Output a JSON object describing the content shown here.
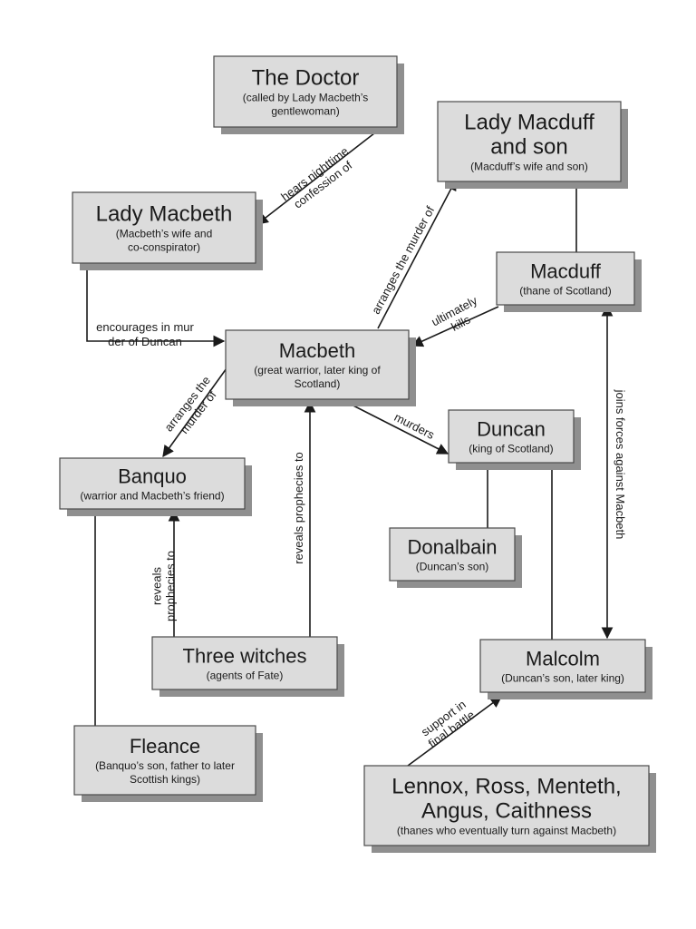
{
  "nodes": {
    "doctor": {
      "title": [
        "The Doctor"
      ],
      "sub": [
        "(called by Lady Macbeth’s",
        "gentlewoman)"
      ]
    },
    "lady_macduff": {
      "title": [
        "Lady Macduff",
        "and son"
      ],
      "sub": [
        "(Macduff’s wife and son)"
      ]
    },
    "lady_macbeth": {
      "title": [
        "Lady Macbeth"
      ],
      "sub": [
        "(Macbeth’s wife and",
        "co-conspirator)"
      ]
    },
    "macduff": {
      "title": [
        "Macduff"
      ],
      "sub": [
        "(thane of Scotland)"
      ]
    },
    "macbeth": {
      "title": [
        "Macbeth"
      ],
      "sub": [
        "(great warrior, later king of",
        "Scotland)"
      ]
    },
    "duncan": {
      "title": [
        "Duncan"
      ],
      "sub": [
        "(king of Scotland)"
      ]
    },
    "banquo": {
      "title": [
        "Banquo"
      ],
      "sub": [
        "(warrior and Macbeth’s friend)"
      ]
    },
    "donalbain": {
      "title": [
        "Donalbain"
      ],
      "sub": [
        "(Duncan’s son)"
      ]
    },
    "three_witches": {
      "title": [
        "Three witches"
      ],
      "sub": [
        "(agents of Fate)"
      ]
    },
    "malcolm": {
      "title": [
        "Malcolm"
      ],
      "sub": [
        "(Duncan’s son, later king)"
      ]
    },
    "fleance": {
      "title": [
        "Fleance"
      ],
      "sub": [
        "(Banquo’s son, father to later",
        "Scottish kings)"
      ]
    },
    "thanes": {
      "title": [
        "Lennox, Ross, Menteth,",
        "Angus, Caithness"
      ],
      "sub": [
        "(thanes who eventually turn against Macbeth)"
      ]
    }
  },
  "edge_labels": {
    "doctor_hears": [
      "hears nighttime",
      "confession of"
    ],
    "lady_encourages": [
      "encourages in mur",
      "der of Duncan"
    ],
    "macbeth_arranges_macduff": [
      "arranges the murder of"
    ],
    "macduff_kills": [
      "ultimately",
      "kills"
    ],
    "macbeth_arranges_banquo": [
      "arranges the",
      "murder of"
    ],
    "macbeth_murders": [
      "murders"
    ],
    "macduff_joins": [
      "joins forces against Macbeth"
    ],
    "witches_reveal_macbeth": [
      "reveals prophecies to"
    ],
    "witches_reveal_banquo": [
      "reveals",
      "prophecies to"
    ],
    "thanes_support": [
      "support in",
      "final battle"
    ]
  }
}
